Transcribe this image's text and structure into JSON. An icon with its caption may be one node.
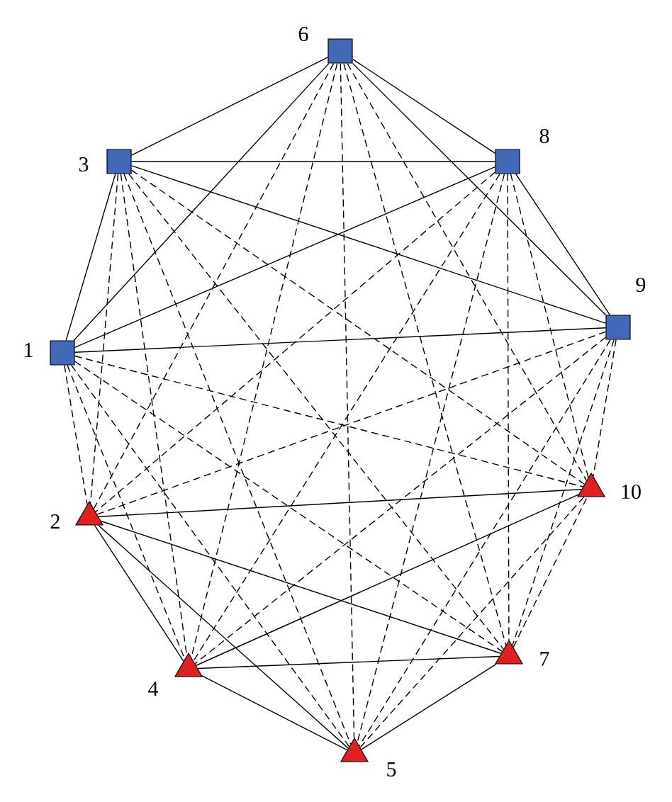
{
  "diagram": {
    "nodes": [
      {
        "text": [],
        "shape": "box",
        "beside": [
          "6"
        ]
      },
      {
        "text": [],
        "shape": "box",
        "beside": [
          "3"
        ]
      },
      {
        "text": [],
        "shape": "box",
        "beside": [
          "8"
        ]
      },
      {
        "text": [],
        "shape": "box",
        "beside": [
          "9"
        ]
      },
      {
        "text": [],
        "shape": "box",
        "beside": [
          "1"
        ]
      },
      {
        "text": [],
        "shape": "triangle",
        "beside": [
          "10"
        ]
      },
      {
        "text": [],
        "shape": "triangle",
        "beside": [
          "2"
        ]
      },
      {
        "text": [],
        "shape": "triangle",
        "beside": [
          "7"
        ]
      },
      {
        "text": [],
        "shape": "triangle",
        "beside": [
          "4"
        ]
      },
      {
        "text": [],
        "shape": "triangle",
        "beside": [
          "5"
        ]
      }
    ],
    "edges": [
      {
        "from": 0,
        "to": 1,
        "arrow": "none"
      },
      {
        "from": 0,
        "to": 2,
        "arrow": "none"
      },
      {
        "from": 0,
        "to": 3,
        "arrow": "none"
      },
      {
        "from": 0,
        "to": 4,
        "arrow": "none"
      },
      {
        "from": 1,
        "to": 2,
        "arrow": "none"
      },
      {
        "from": 1,
        "to": 3,
        "arrow": "none"
      },
      {
        "from": 1,
        "to": 4,
        "arrow": "none"
      },
      {
        "from": 2,
        "to": 3,
        "arrow": "none"
      },
      {
        "from": 2,
        "to": 4,
        "arrow": "none"
      },
      {
        "from": 3,
        "to": 4,
        "arrow": "none"
      },
      {
        "from": 6,
        "to": 5,
        "arrow": "none"
      },
      {
        "from": 6,
        "to": 8,
        "arrow": "none"
      },
      {
        "from": 6,
        "to": 9,
        "arrow": "none"
      },
      {
        "from": 6,
        "to": 7,
        "arrow": "none"
      },
      {
        "from": 8,
        "to": 7,
        "arrow": "none"
      },
      {
        "from": 8,
        "to": 5,
        "arrow": "none"
      },
      {
        "from": 8,
        "to": 9,
        "arrow": "none"
      },
      {
        "from": 9,
        "to": 7,
        "arrow": "none"
      },
      {
        "from": 9,
        "to": 5,
        "arrow": "none",
        "style": "dashed"
      },
      {
        "from": 7,
        "to": 5,
        "arrow": "none",
        "style": "dashed"
      },
      {
        "from": 0,
        "to": 5,
        "arrow": "none",
        "style": "dashed"
      },
      {
        "from": 0,
        "to": 6,
        "arrow": "none",
        "style": "dashed"
      },
      {
        "from": 0,
        "to": 7,
        "arrow": "none",
        "style": "dashed"
      },
      {
        "from": 0,
        "to": 8,
        "arrow": "none",
        "style": "dashed"
      },
      {
        "from": 0,
        "to": 9,
        "arrow": "none",
        "style": "dashed"
      },
      {
        "from": 1,
        "to": 5,
        "arrow": "none",
        "style": "dashed"
      },
      {
        "from": 1,
        "to": 6,
        "arrow": "none",
        "style": "dashed"
      },
      {
        "from": 1,
        "to": 7,
        "arrow": "none",
        "style": "dashed"
      },
      {
        "from": 1,
        "to": 8,
        "arrow": "none",
        "style": "dashed"
      },
      {
        "from": 1,
        "to": 9,
        "arrow": "none",
        "style": "dashed"
      },
      {
        "from": 2,
        "to": 5,
        "arrow": "none",
        "style": "dashed"
      },
      {
        "from": 2,
        "to": 6,
        "arrow": "none",
        "style": "dashed"
      },
      {
        "from": 2,
        "to": 7,
        "arrow": "none",
        "style": "dashed"
      },
      {
        "from": 2,
        "to": 8,
        "arrow": "none",
        "style": "dashed"
      },
      {
        "from": 2,
        "to": 9,
        "arrow": "none",
        "style": "dashed"
      },
      {
        "from": 3,
        "to": 5,
        "arrow": "none",
        "style": "dashed"
      },
      {
        "from": 3,
        "to": 6,
        "arrow": "none",
        "style": "dashed"
      },
      {
        "from": 3,
        "to": 7,
        "arrow": "none",
        "style": "dashed"
      },
      {
        "from": 3,
        "to": 8,
        "arrow": "none",
        "style": "dashed"
      },
      {
        "from": 3,
        "to": 9,
        "arrow": "none",
        "style": "dashed"
      },
      {
        "from": 4,
        "to": 5,
        "arrow": "none",
        "style": "dashed"
      },
      {
        "from": 4,
        "to": 6,
        "arrow": "none",
        "style": "dashed"
      },
      {
        "from": 4,
        "to": 7,
        "arrow": "none",
        "style": "dashed"
      },
      {
        "from": 4,
        "to": 8,
        "arrow": "none",
        "style": "dashed"
      },
      {
        "from": 4,
        "to": 9,
        "arrow": "none",
        "style": "dashed"
      }
    ]
  }
}
